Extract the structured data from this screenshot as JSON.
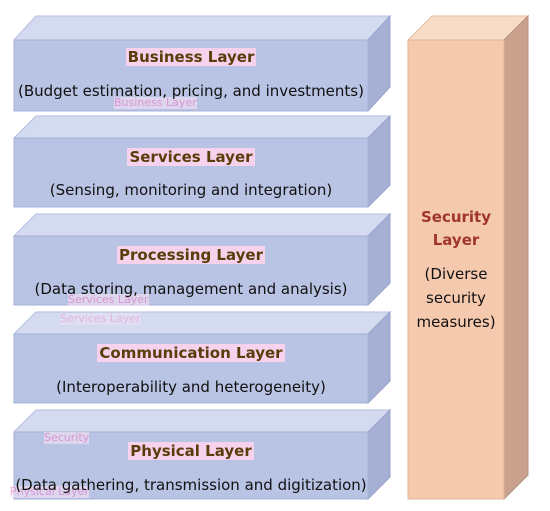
{
  "layers": [
    {
      "title": "Business Layer",
      "desc": "(Budget estimation, pricing, and investments)"
    },
    {
      "title": "Services Layer",
      "desc": "(Sensing, monitoring and integration)"
    },
    {
      "title": "Processing Layer",
      "desc": "(Data storing, management and analysis)"
    },
    {
      "title": "Communication Layer",
      "desc": "(Interoperability and heterogeneity)"
    },
    {
      "title": "Physical Layer",
      "desc": "(Data gathering, transmission and digitization)"
    }
  ],
  "security": {
    "title_line1": "Security",
    "title_line2": "Layer",
    "desc_line1": "(Diverse",
    "desc_line2": "security",
    "desc_line3": "measures)"
  },
  "ghost_labels": {
    "business": "Business Layer",
    "services": "Services Layer",
    "services2": "Services Layer",
    "security": "Security",
    "physical": "Physical Layer"
  }
}
